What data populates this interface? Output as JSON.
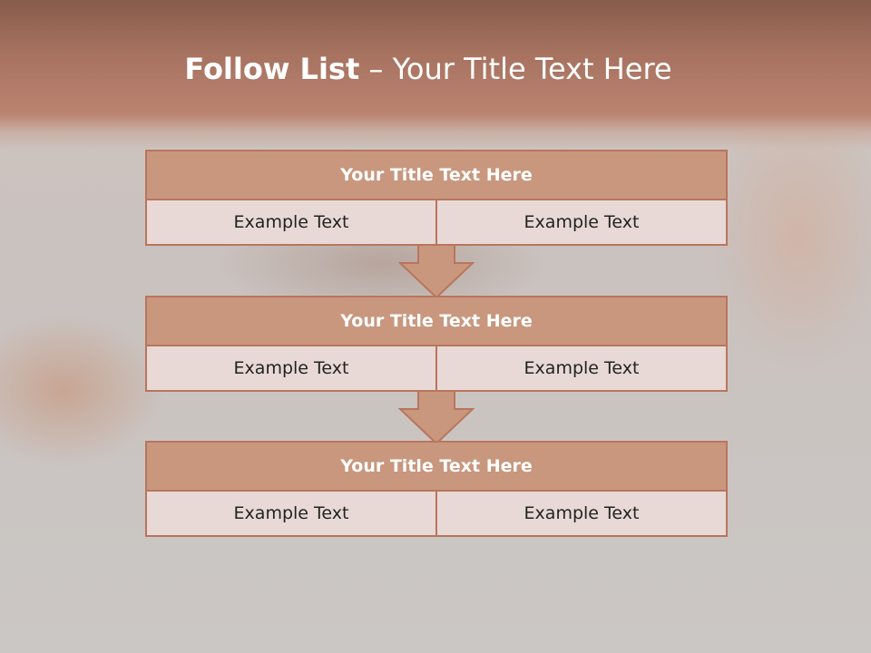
{
  "slide": {
    "title_bold": "Follow List",
    "title_rest": " – Your Title Text Here"
  },
  "steps": [
    {
      "title": "Your Title Text Here",
      "left": "Example Text",
      "right": "Example Text"
    },
    {
      "title": "Your Title Text Here",
      "left": "Example Text",
      "right": "Example Text"
    },
    {
      "title": "Your Title Text Here",
      "left": "Example Text",
      "right": "Example Text"
    }
  ],
  "colors": {
    "header_fill": "#c8977e",
    "border": "#b9755d",
    "cell_fill": "#e8d9d6",
    "top_band": "#a77360"
  }
}
